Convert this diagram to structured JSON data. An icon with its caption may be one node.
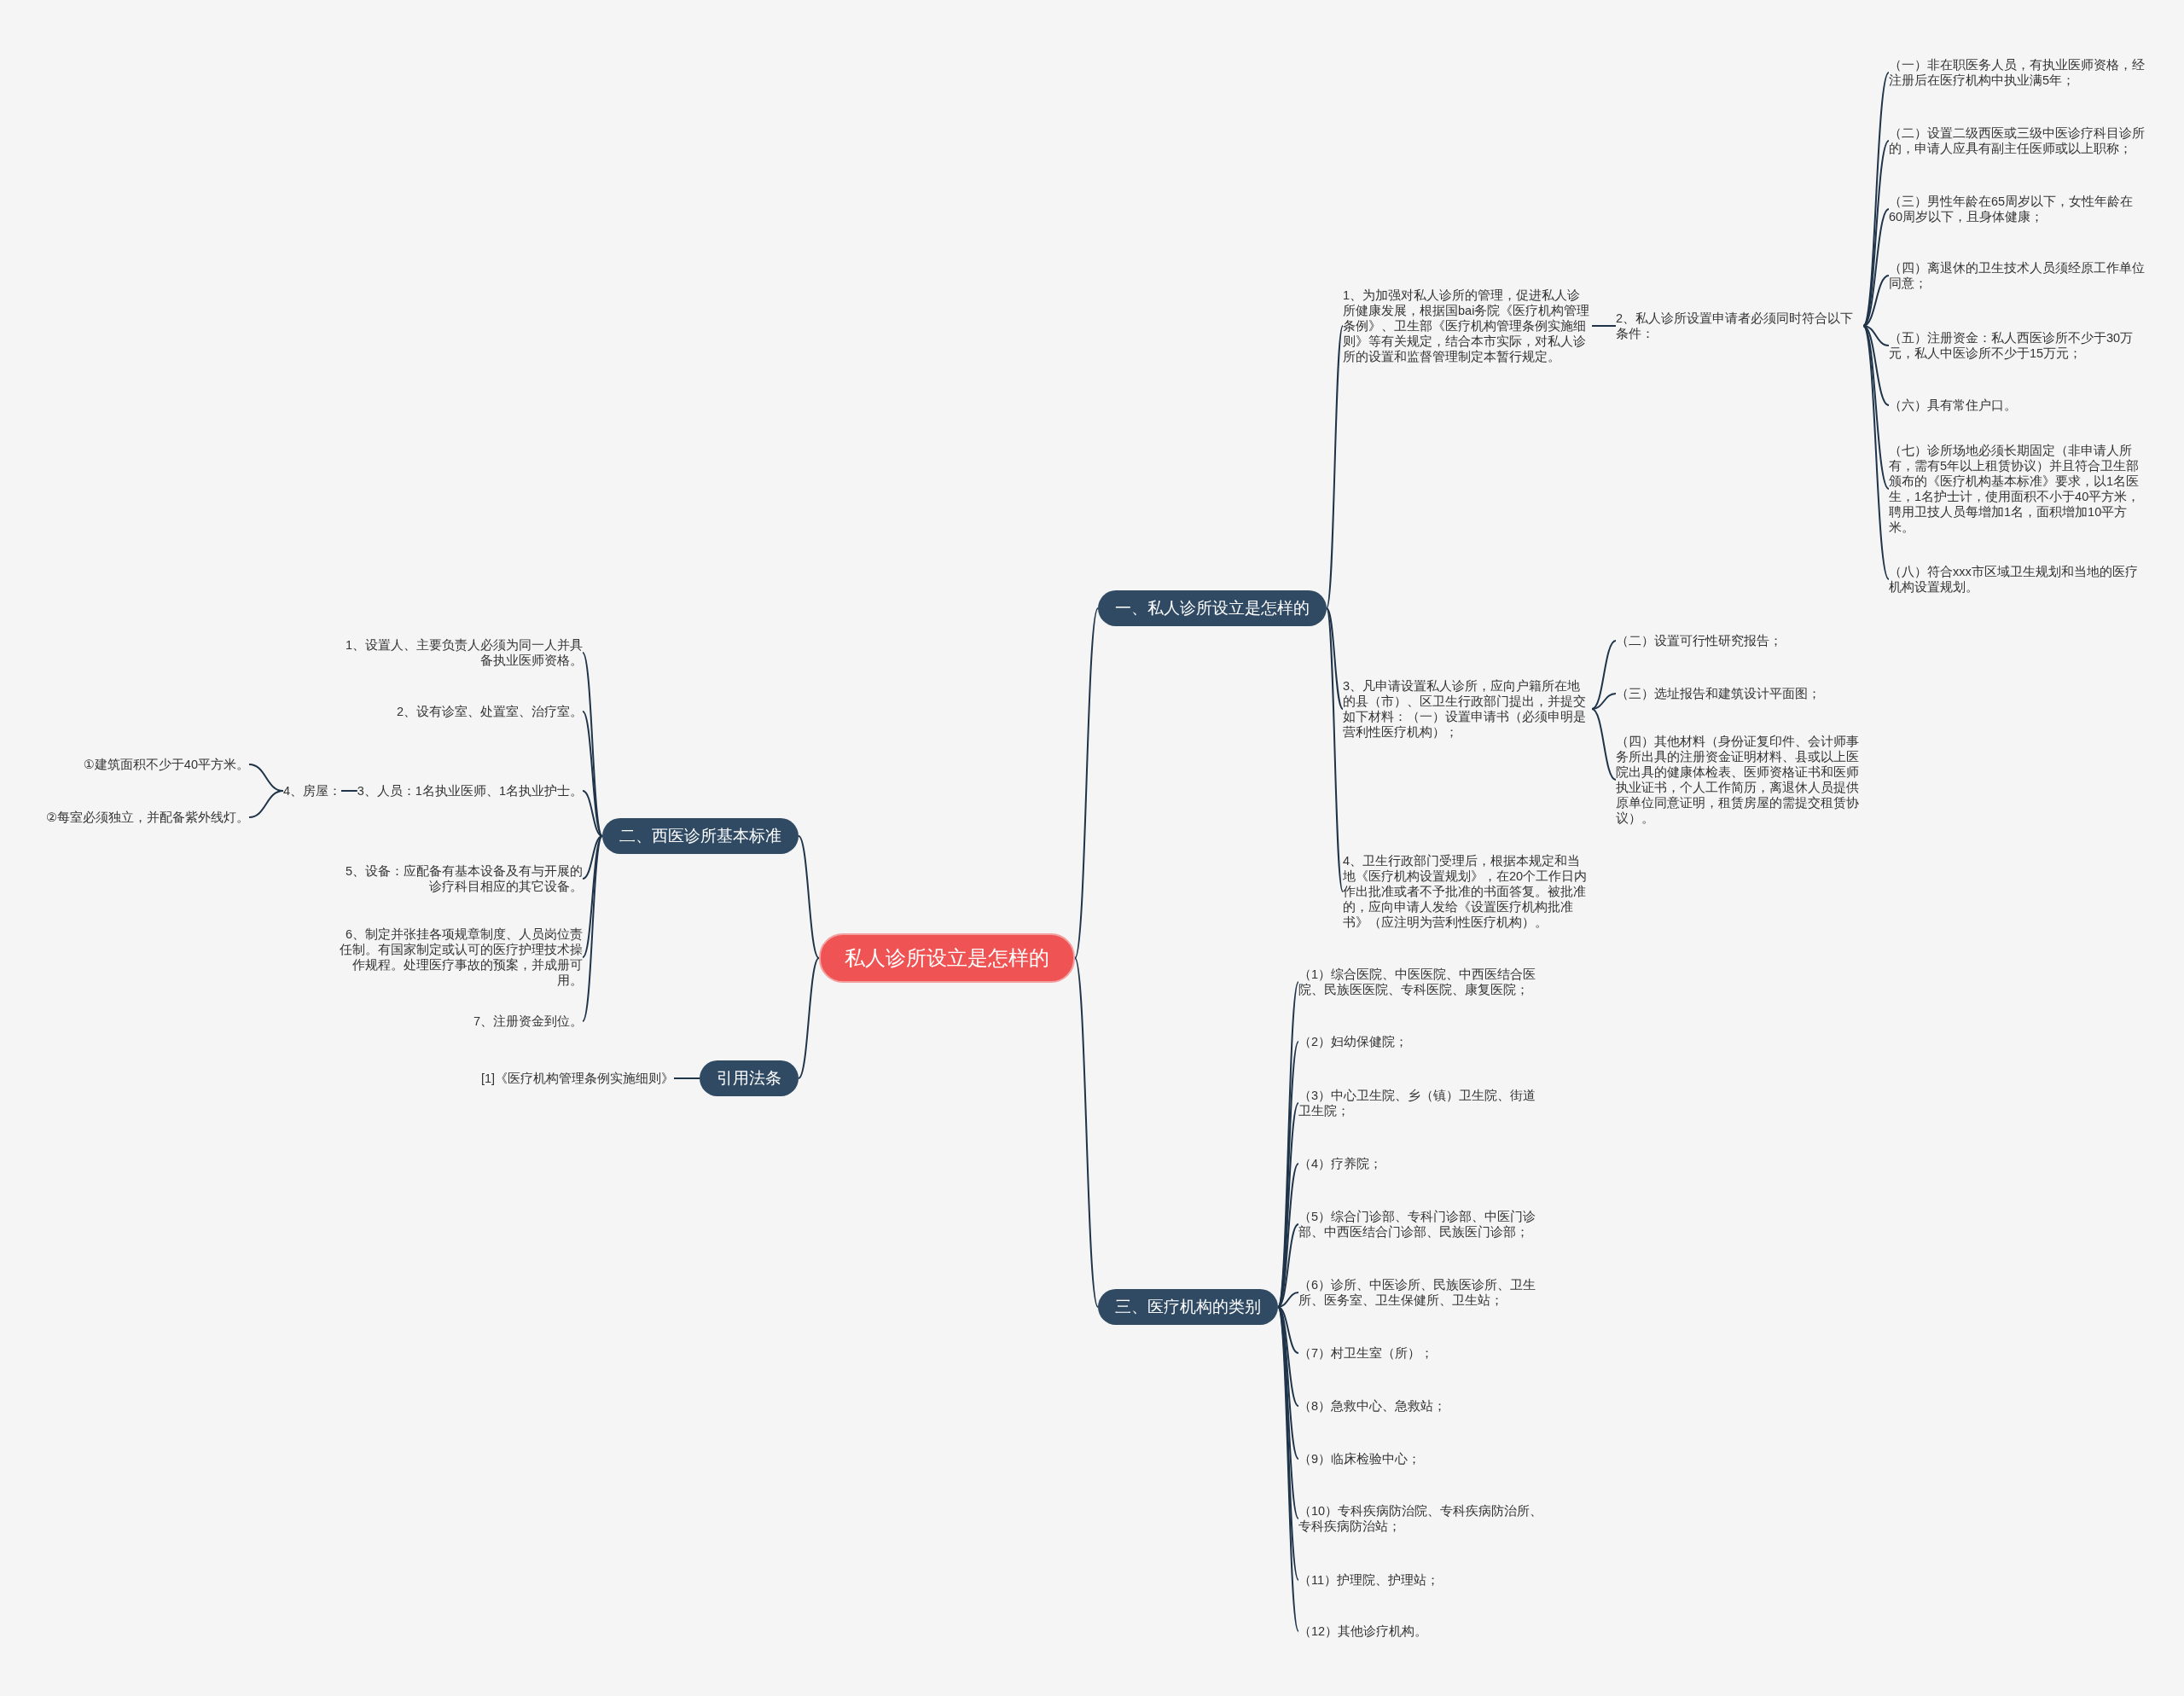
{
  "diagram": {
    "nodes": [
      {
        "text": [
          "私人诊所设立是怎样的"
        ]
      },
      {
        "text": [
          "一、私人诊所设立是怎样的"
        ]
      },
      {
        "text": [
          "1、为加强对私人诊所的管理，促进私人诊所健康发展，根据国bai务院《医疗机构管理条例》、卫生部《医疗机构管理条例实施细则》等有关规定，结合本市实际，对私人诊所的设置和监督管理制定本暂行规定。"
        ]
      },
      {
        "text": [
          "2、私人诊所设置申请者必须同时符合以下条件："
        ]
      },
      {
        "text": [
          "（一）非在职医务人员，有执业医师资格，经注册后在医疗机构中执业满5年；"
        ]
      },
      {
        "text": [
          "（二）设置二级西医或三级中医诊疗科目诊所的，申请人应具有副主任医师或以上职称；"
        ]
      },
      {
        "text": [
          "（三）男性年龄在65周岁以下，女性年龄在60周岁以下，且身体健康；"
        ]
      },
      {
        "text": [
          "（四）离退休的卫生技术人员须经原工作单位同意；"
        ]
      },
      {
        "text": [
          "（五）注册资金：私人西医诊所不少于30万元，私人中医诊所不少于15万元；"
        ]
      },
      {
        "text": [
          "（六）具有常住户口。"
        ]
      },
      {
        "text": [
          "（七）诊所场地必须长期固定（非申请人所有，需有5年以上租赁协议）并且符合卫生部颁布的《医疗机构基本标准》要求，以1名医生，1名护士计，使用面积不小于40平方米，聘用卫技人员每增加1名，面积增加10平方米。"
        ]
      },
      {
        "text": [
          "（八）符合xxx市区域卫生规划和当地的医疗机构设置规划。"
        ]
      },
      {
        "text": [
          "3、凡申请设置私人诊所，应向户籍所在地的县（市）、区卫生行政部门提出，并提交如下材料：（一）设置申请书（必须申明是营利性医疗机构）；"
        ]
      },
      {
        "text": [
          "（二）设置可行性研究报告；"
        ]
      },
      {
        "text": [
          "（三）选址报告和建筑设计平面图；"
        ]
      },
      {
        "text": [
          "（四）其他材料（身份证复印件、会计师事务所出具的注册资金证明材料、县或以上医院出具的健康体检表、医师资格证书和医师执业证书，个人工作简历，离退休人员提供原单位同意证明，租赁房屋的需提交租赁协议）。"
        ]
      },
      {
        "text": [
          "4、卫生行政部门受理后，根据本规定和当地《医疗机构设置规划》，在20个工作日内作出批准或者不予批准的书面答复。被批准的，应向申请人发给《设置医疗机构批准书》（应注明为营利性医疗机构）。"
        ]
      },
      {
        "text": [
          "二、西医诊所基本标准"
        ]
      },
      {
        "text": [
          "1、设置人、主要负责人必须为同一人并具备执业医师资格。"
        ]
      },
      {
        "text": [
          "2、设有诊室、处置室、治疗室。"
        ]
      },
      {
        "text": [
          "3、人员：1名执业医师、1名执业护士。"
        ]
      },
      {
        "text": [
          "4、房屋："
        ]
      },
      {
        "text": [
          "①建筑面积不少于40平方米。"
        ]
      },
      {
        "text": [
          "②每室必须独立，并配备紫外线灯。"
        ]
      },
      {
        "text": [
          "5、设备：应配备有基本设备及有与开展的诊疗科目相应的其它设备。"
        ]
      },
      {
        "text": [
          "6、制定并张挂各项规章制度、人员岗位责任制。有国家制定或认可的医疗护理技术操作规程。处理医疗事故的预案，并成册可用。"
        ]
      },
      {
        "text": [
          "7、注册资金到位。"
        ]
      },
      {
        "text": [
          "引用法条"
        ]
      },
      {
        "text": [
          "[1]《医疗机构管理条例实施细则》"
        ]
      },
      {
        "text": [
          "三、医疗机构的类别"
        ]
      },
      {
        "text": [
          "（1）综合医院、中医医院、中西医结合医院、民族医医院、专科医院、康复医院；"
        ]
      },
      {
        "text": [
          "（2）妇幼保健院；"
        ]
      },
      {
        "text": [
          "（3）中心卫生院、乡（镇）卫生院、街道卫生院；"
        ]
      },
      {
        "text": [
          "（4）疗养院；"
        ]
      },
      {
        "text": [
          "（5）综合门诊部、专科门诊部、中医门诊部、中西医结合门诊部、民族医门诊部；"
        ]
      },
      {
        "text": [
          "（6）诊所、中医诊所、民族医诊所、卫生所、医务室、卫生保健所、卫生站；"
        ]
      },
      {
        "text": [
          "（7）村卫生室（所）；"
        ]
      },
      {
        "text": [
          "（8）急救中心、急救站；"
        ]
      },
      {
        "text": [
          "（9）临床检验中心；"
        ]
      },
      {
        "text": [
          "（10）专科疾病防治院、专科疾病防治所、专科疾病防治站；"
        ]
      },
      {
        "text": [
          "（11）护理院、护理站；"
        ]
      },
      {
        "text": [
          "（12）其他诊疗机构。"
        ]
      }
    ],
    "edges": [
      {
        "from": 0,
        "to": 1,
        "arrow": "none"
      },
      {
        "from": 1,
        "to": 2,
        "arrow": "none"
      },
      {
        "from": 2,
        "to": 3,
        "arrow": "none"
      },
      {
        "from": 3,
        "to": 4,
        "arrow": "none"
      },
      {
        "from": 3,
        "to": 5,
        "arrow": "none"
      },
      {
        "from": 3,
        "to": 6,
        "arrow": "none"
      },
      {
        "from": 3,
        "to": 7,
        "arrow": "none"
      },
      {
        "from": 3,
        "to": 8,
        "arrow": "none"
      },
      {
        "from": 3,
        "to": 9,
        "arrow": "none"
      },
      {
        "from": 3,
        "to": 10,
        "arrow": "none"
      },
      {
        "from": 3,
        "to": 11,
        "arrow": "none"
      },
      {
        "from": 1,
        "to": 12,
        "arrow": "none"
      },
      {
        "from": 12,
        "to": 13,
        "arrow": "none"
      },
      {
        "from": 12,
        "to": 14,
        "arrow": "none"
      },
      {
        "from": 12,
        "to": 15,
        "arrow": "none"
      },
      {
        "from": 1,
        "to": 16,
        "arrow": "none"
      },
      {
        "from": 0,
        "to": 17,
        "arrow": "none"
      },
      {
        "from": 17,
        "to": 18,
        "arrow": "none"
      },
      {
        "from": 17,
        "to": 19,
        "arrow": "none"
      },
      {
        "from": 17,
        "to": 20,
        "arrow": "none"
      },
      {
        "from": 20,
        "to": 21,
        "arrow": "none"
      },
      {
        "from": 21,
        "to": 22,
        "arrow": "none"
      },
      {
        "from": 21,
        "to": 23,
        "arrow": "none"
      },
      {
        "from": 17,
        "to": 24,
        "arrow": "none"
      },
      {
        "from": 17,
        "to": 25,
        "arrow": "none"
      },
      {
        "from": 17,
        "to": 26,
        "arrow": "none"
      },
      {
        "from": 0,
        "to": 27,
        "arrow": "none"
      },
      {
        "from": 27,
        "to": 28,
        "arrow": "none"
      },
      {
        "from": 0,
        "to": 29,
        "arrow": "none"
      },
      {
        "from": 29,
        "to": 30,
        "arrow": "none"
      },
      {
        "from": 29,
        "to": 31,
        "arrow": "none"
      },
      {
        "from": 29,
        "to": 32,
        "arrow": "none"
      },
      {
        "from": 29,
        "to": 33,
        "arrow": "none"
      },
      {
        "from": 29,
        "to": 34,
        "arrow": "none"
      },
      {
        "from": 29,
        "to": 35,
        "arrow": "none"
      },
      {
        "from": 29,
        "to": 36,
        "arrow": "none"
      },
      {
        "from": 29,
        "to": 37,
        "arrow": "none"
      },
      {
        "from": 29,
        "to": 38,
        "arrow": "none"
      },
      {
        "from": 29,
        "to": 39,
        "arrow": "none"
      },
      {
        "from": 29,
        "to": 40,
        "arrow": "none"
      },
      {
        "from": 29,
        "to": 41,
        "arrow": "none"
      }
    ]
  }
}
